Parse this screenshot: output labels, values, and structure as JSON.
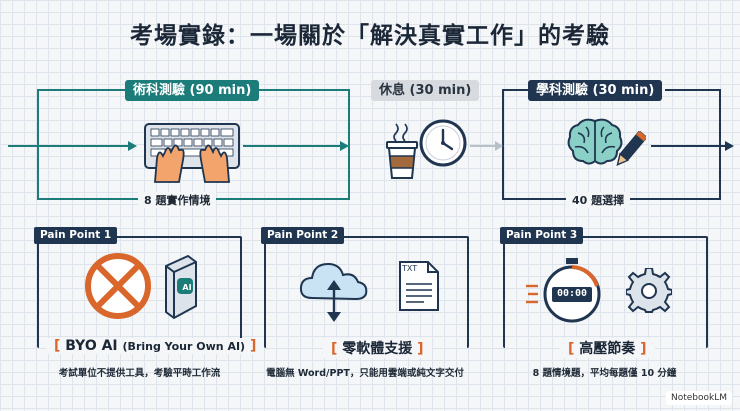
{
  "title": "考場實錄：一場關於「解決真實工作」的考驗",
  "timeline": {
    "practical_label": "術科測驗 (90 min)",
    "break_label": "休息 (30 min)",
    "theory_label": "學科測驗 (30 min)",
    "practical_caption": "8 題實作情境",
    "theory_caption": "40 題選擇"
  },
  "pain_points": [
    {
      "label": "Pain Point 1",
      "title": "BYO AI",
      "title_suffix": "(Bring Your Own AI)",
      "desc": "考試單位不提供工具，考驗平時工作流"
    },
    {
      "label": "Pain Point 2",
      "title": "零軟體支援",
      "title_suffix": "",
      "desc": "電腦無 Word/PPT，只能用雲端或純文字交付"
    },
    {
      "label": "Pain Point 3",
      "title": "高壓節奏",
      "title_suffix": "",
      "desc": "8 題情境題，平均每題僅 10 分鐘"
    }
  ],
  "ai_box_text": "AI",
  "txt_doc_text": "TXT",
  "stopwatch_text": "00:00",
  "watermark": "NotebookLM",
  "colors": {
    "teal": "#1b7c7a",
    "navy": "#1f3550",
    "orange": "#d9672b",
    "grey": "#b9c0c8"
  }
}
